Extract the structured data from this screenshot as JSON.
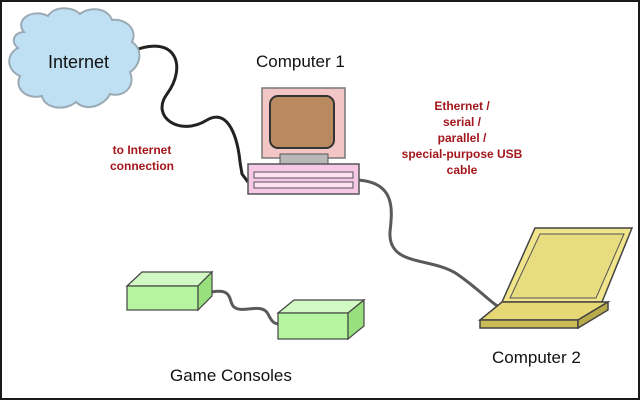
{
  "labels": {
    "internet": "Internet",
    "computer1": "Computer 1",
    "computer2": "Computer 2",
    "game_consoles": "Game Consoles",
    "to_internet": [
      "to Internet",
      "connection"
    ],
    "cable": [
      "Ethernet /",
      "serial /",
      "parallel /",
      "special-purpose USB",
      "cable"
    ]
  },
  "colors": {
    "cloud_fill": "#bfe0f2",
    "cloud_stroke": "#9aaab4",
    "monitor_frame": "#f3c6c6",
    "screen": "#b98a60",
    "keyboard": "#f5c8e6",
    "laptop": "#f0e58a",
    "console": "#b6f5a0",
    "cable": "#555555",
    "annotation_red": "#a3161c"
  }
}
